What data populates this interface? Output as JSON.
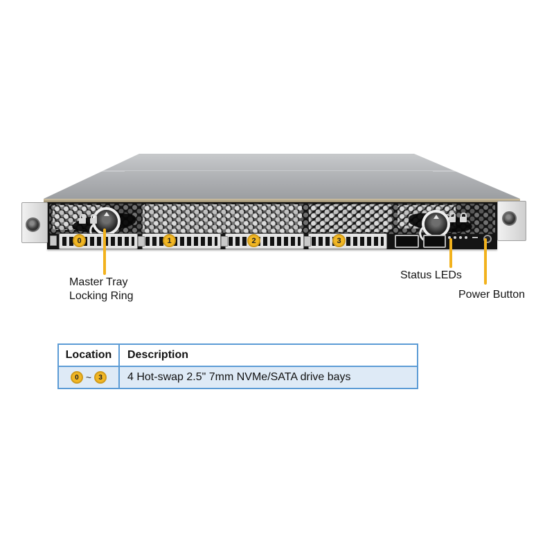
{
  "figure": {
    "bays": [
      "0",
      "1",
      "2",
      "3"
    ],
    "callouts": {
      "master_tray_line1": "Master Tray",
      "master_tray_line2": "Locking Ring",
      "status_leds": "Status LEDs",
      "power_button": "Power Button"
    },
    "colors": {
      "callout_accent": "#F2B21D",
      "badge_fill": "#F2B724",
      "badge_border": "#CF9A1B"
    }
  },
  "table": {
    "headers": {
      "location": "Location",
      "description": "Description"
    },
    "row": {
      "loc_start": "0",
      "loc_separator": "~",
      "loc_end": "3",
      "description": "4 Hot-swap 2.5\" 7mm NVMe/SATA drive bays"
    },
    "colors": {
      "border": "#5B9BD5",
      "row_bg": "#DEEAF6"
    }
  }
}
